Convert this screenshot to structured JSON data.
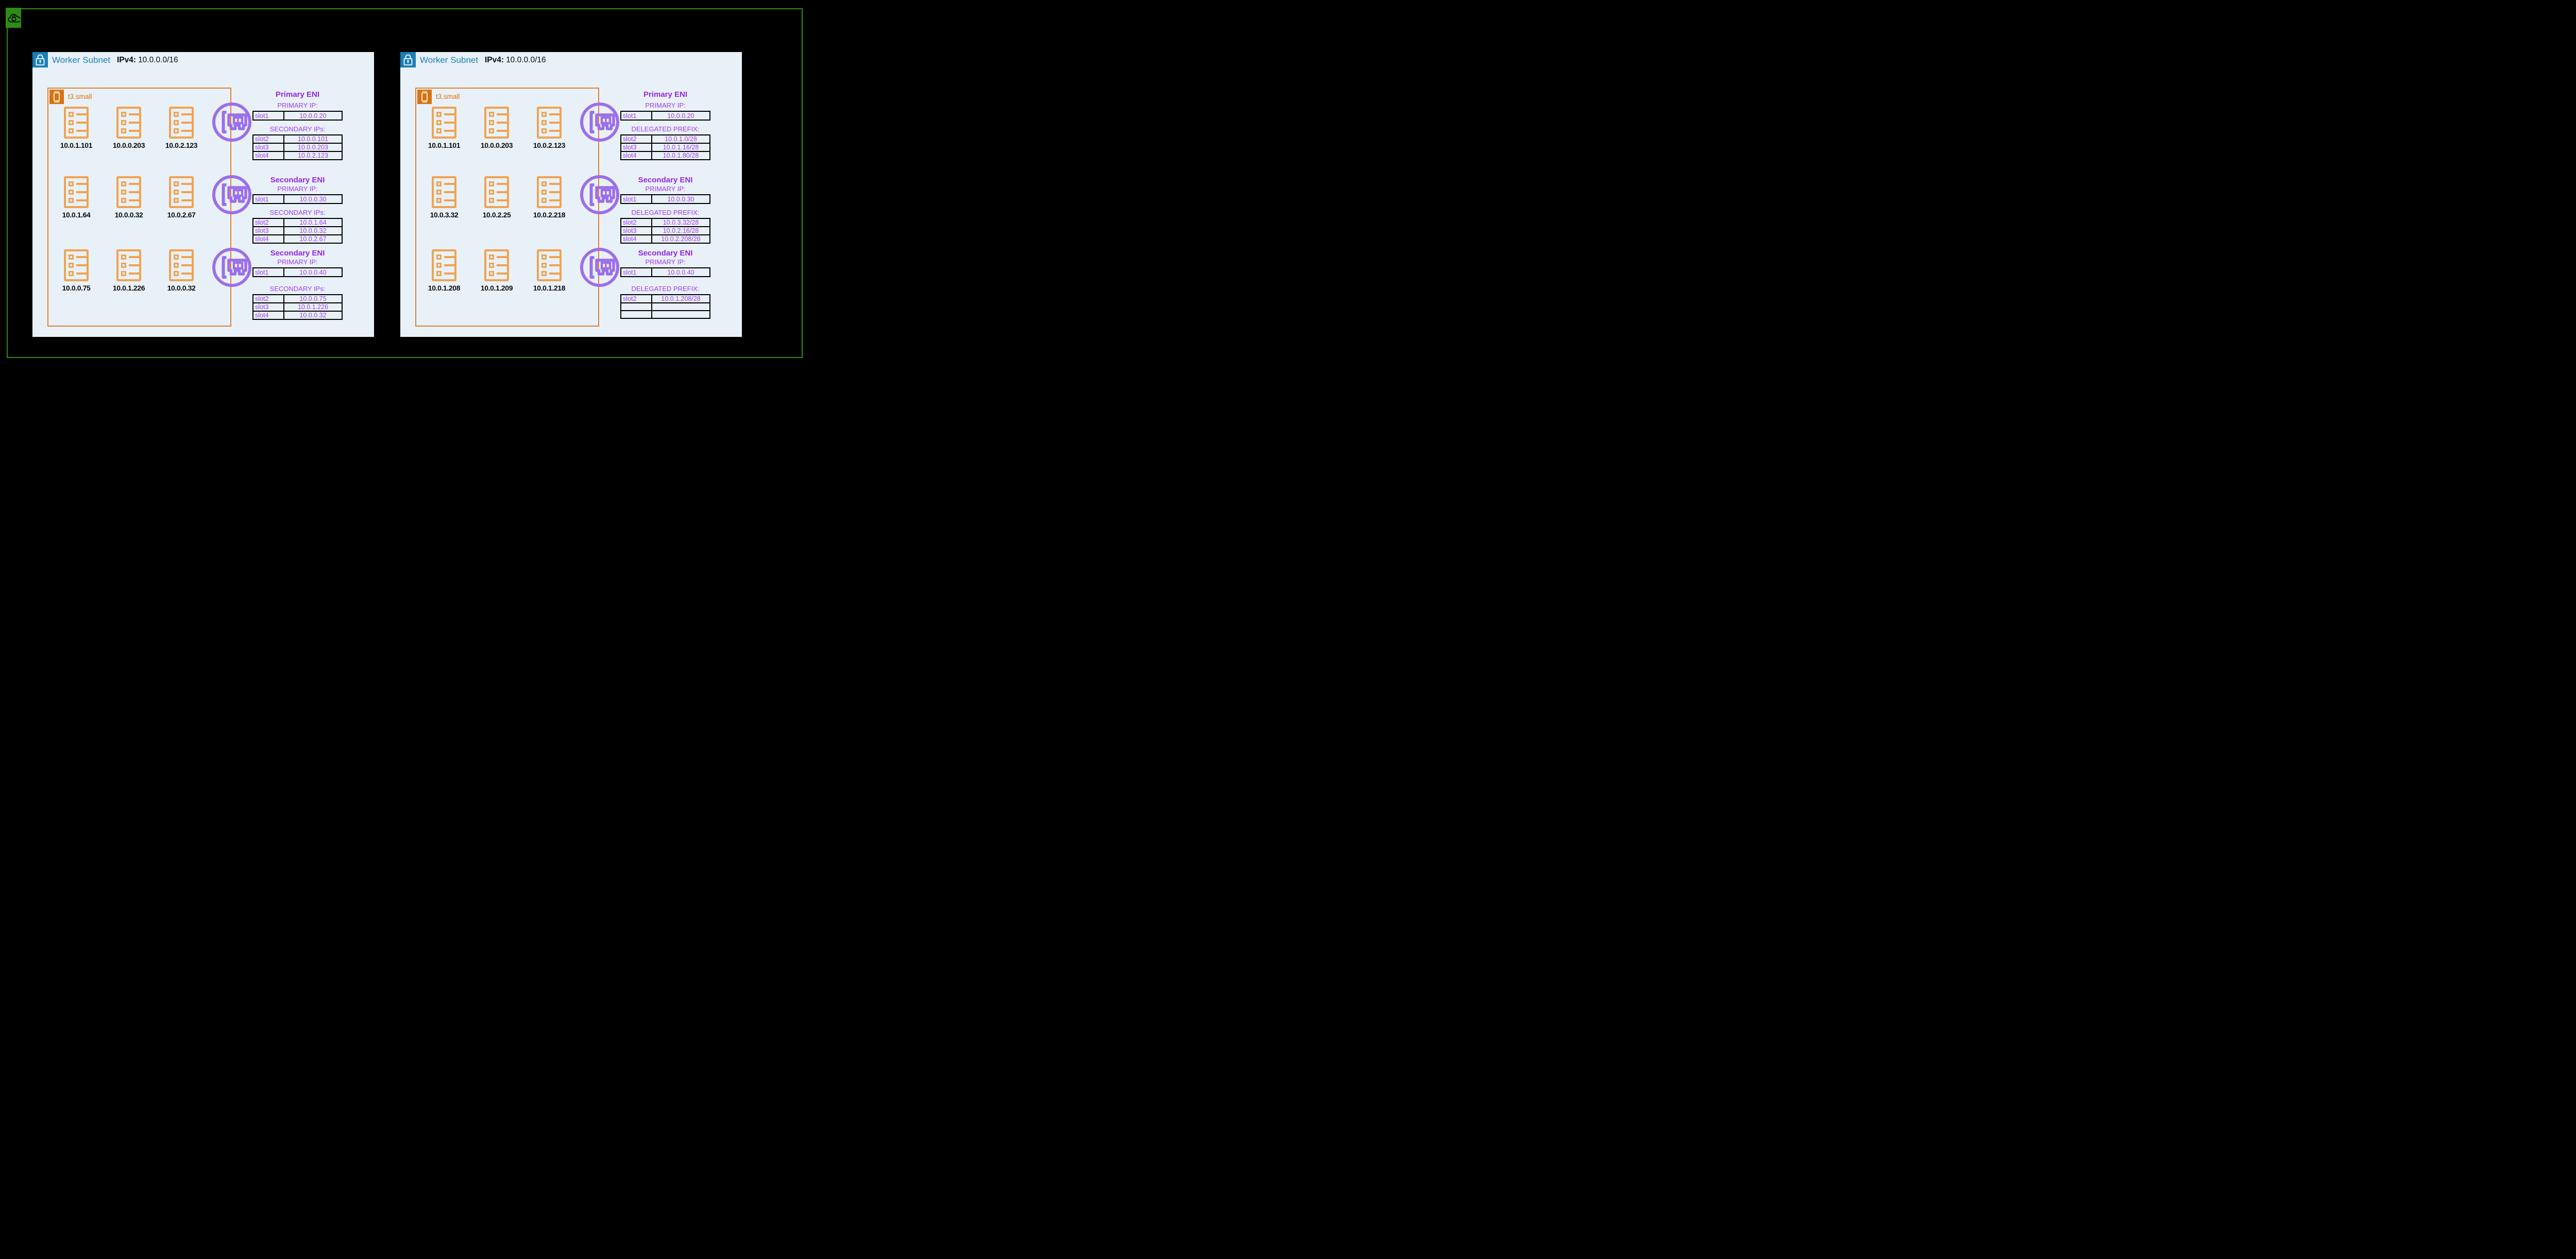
{
  "colors": {
    "background": "#000000",
    "vpc_green": "#2e8b14",
    "subnet_fill": "#e9f1f8",
    "subnet_blue": "#1a7fb8",
    "instance_orange": "#d9730f",
    "pod_orange": "#f0a351",
    "eni_purple": "#9c6fe9",
    "text_purple": "#a13cf0",
    "table_border": "#000000"
  },
  "icons": {
    "vpc": "cloud-lock-icon",
    "subnet": "lock-icon",
    "instance": "chip-icon",
    "pod": "list-icon",
    "eni": "network-card-icon"
  },
  "panels": [
    {
      "subnet_name": "Worker Subnet",
      "ipv4_label": "IPv4:",
      "ipv4_cidr": "10.0.0.0/16",
      "instance_type": "t3.small",
      "pods": [
        [
          "10.0.1.101",
          "10.0.0.203",
          "10.0.2.123"
        ],
        [
          "10.0.1.64",
          "10.0.0.32",
          "10.0.2.67"
        ],
        [
          "10.0.0.75",
          "10.0.1.226",
          "10.0.0.32"
        ]
      ],
      "enis": [
        {
          "title": "Primary ENI",
          "primary_label": "PRIMARY IP:",
          "primary": [
            [
              "slot1",
              "10.0.0.20"
            ]
          ],
          "list_label": "SECONDARY IPs:",
          "list": [
            [
              "slot2",
              "10.0.0.101"
            ],
            [
              "slot3",
              "10.0.0.203"
            ],
            [
              "slot4",
              "10.0.2.123"
            ]
          ]
        },
        {
          "title": "Secondary ENI",
          "primary_label": "PRIMARY IP:",
          "primary": [
            [
              "slot1",
              "10.0.0.30"
            ]
          ],
          "list_label": "SECONDARY IPs:",
          "list": [
            [
              "slot2",
              "10.0.1.64"
            ],
            [
              "slot3",
              "10.0.0.32"
            ],
            [
              "slot4",
              "10.0.2.67"
            ]
          ]
        },
        {
          "title": "Secondary ENI",
          "primary_label": "PRIMARY IP:",
          "primary": [
            [
              "slot1",
              "10.0.0.40"
            ]
          ],
          "list_label": "SECONDARY IPs:",
          "list": [
            [
              "slot2",
              "10.0.0.75"
            ],
            [
              "slot3",
              "10.0.1.226"
            ],
            [
              "slot4",
              "10.0.0.32"
            ]
          ]
        }
      ]
    },
    {
      "subnet_name": "Worker Subnet",
      "ipv4_label": "IPv4:",
      "ipv4_cidr": "10.0.0.0/16",
      "instance_type": "t3.small",
      "pods": [
        [
          "10.0.1.101",
          "10.0.0.203",
          "10.0.2.123"
        ],
        [
          "10.0.3.32",
          "10.0.2.25",
          "10.0.2.218"
        ],
        [
          "10.0.1.208",
          "10.0.1.209",
          "10.0.1.218"
        ]
      ],
      "enis": [
        {
          "title": "Primary ENI",
          "primary_label": "PRIMARY IP:",
          "primary": [
            [
              "slot1",
              "10.0.0.20"
            ]
          ],
          "list_label": "DELEGATED PREFIX:",
          "list": [
            [
              "slot2",
              "10.0.1.0/28"
            ],
            [
              "slot3",
              "10.0.1.16/28"
            ],
            [
              "slot4",
              "10.0.1.80/28"
            ]
          ]
        },
        {
          "title": "Secondary ENI",
          "primary_label": "PRIMARY IP:",
          "primary": [
            [
              "slot1",
              "10.0.0.30"
            ]
          ],
          "list_label": "DELEGATED PREFIX:",
          "list": [
            [
              "slot2",
              "10.0.3.32/28"
            ],
            [
              "slot3",
              "10.0.2.16/28"
            ],
            [
              "slot4",
              "10.0.2.208/28"
            ]
          ]
        },
        {
          "title": "Secondary ENI",
          "primary_label": "PRIMARY IP:",
          "primary": [
            [
              "slot1",
              "10.0.0.40"
            ]
          ],
          "list_label": "DELEGATED PREFIX:",
          "list": [
            [
              "slot2",
              "10.0.1.208/28"
            ],
            [
              "",
              ""
            ],
            [
              "",
              ""
            ]
          ]
        }
      ]
    }
  ]
}
